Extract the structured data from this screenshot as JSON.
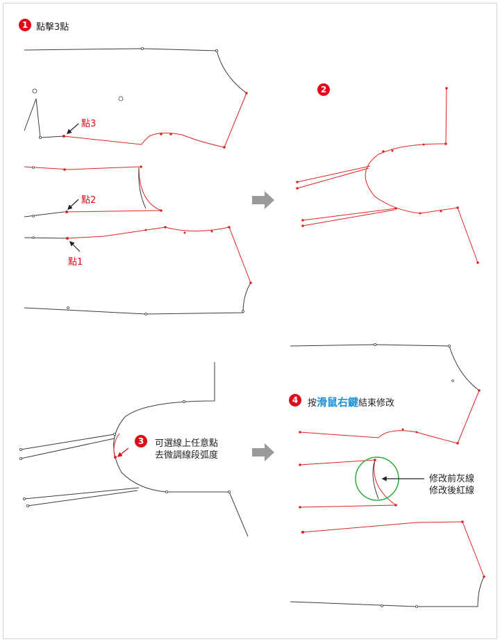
{
  "colors": {
    "accent": "#e00a1a",
    "highlight": "#1e90d8",
    "circle": "#2faa3b",
    "line_gray": "#3a3a3a",
    "arrow_gray": "#9a9a9a"
  },
  "step1": {
    "number": "1",
    "caption": "點擊3點"
  },
  "step2": {
    "number": "2"
  },
  "step3": {
    "number": "3",
    "line1": "可選線上任意點",
    "line2": "去微調線段弧度"
  },
  "step4": {
    "number": "4",
    "prefix": "按",
    "highlight": "滑鼠右鍵",
    "suffix": "結束修改"
  },
  "points": {
    "p3": "點3",
    "p2": "點2",
    "p1": "點1"
  },
  "legend": {
    "line1": "修改前灰線",
    "line2": "修改後紅線"
  },
  "icons": {
    "next": "arrow-right-icon"
  }
}
